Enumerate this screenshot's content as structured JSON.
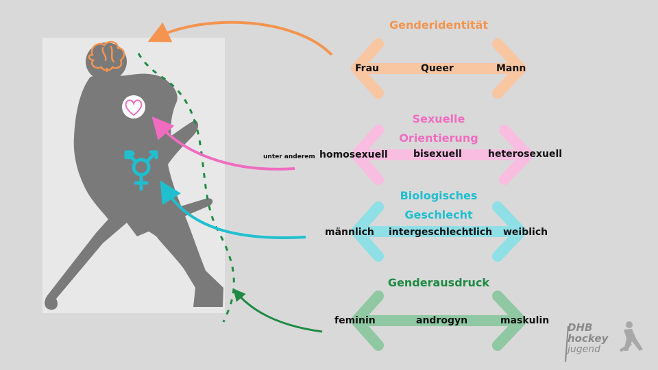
{
  "colors": {
    "background": "#d9d9d9",
    "panel": "#e8e8e8",
    "silhouette": "#7a7a7a",
    "gender_identity": "#f4944f",
    "sexual_orientation": "#f06cc1",
    "biological_sex": "#1fbfcf",
    "gender_expression": "#1e8a43"
  },
  "icons": {
    "brain": "brain-icon",
    "heart": "heart-icon",
    "gender_symbol": "transgender-symbol-icon"
  },
  "scales": {
    "gender_identity": {
      "title": "Genderidentität",
      "left": "Frau",
      "middle": "Queer",
      "right": "Mann"
    },
    "sexual_orientation": {
      "title_line1": "Sexuelle",
      "title_line2": "Orientierung",
      "prefix": "unter anderem",
      "left": "homosexuell",
      "middle": "bisexuell",
      "right": "heterosexuell"
    },
    "biological_sex": {
      "title_line1": "Biologisches",
      "title_line2": "Geschlecht",
      "left": "männlich",
      "middle": "intergeschlechtlich",
      "right": "weiblich"
    },
    "gender_expression": {
      "title": "Genderausdruck",
      "left": "feminin",
      "middle": "androgyn",
      "right": "maskulin"
    }
  },
  "logo": {
    "line1": "DHB",
    "line2": "hockey",
    "line3": "jugend"
  }
}
